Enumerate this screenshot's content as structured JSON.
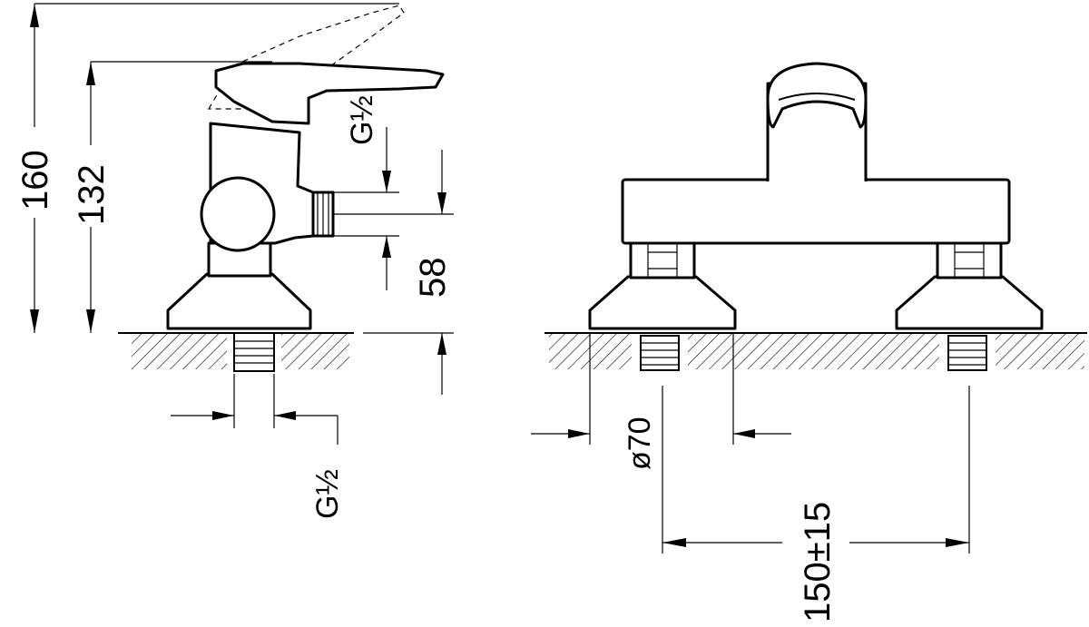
{
  "dimensions": {
    "total_height": "160",
    "body_height": "132",
    "outlet_thread": "G½",
    "outlet_height": "58",
    "inlet_thread": "G½",
    "base_diameter": "ø70",
    "center_distance": "150±15"
  }
}
